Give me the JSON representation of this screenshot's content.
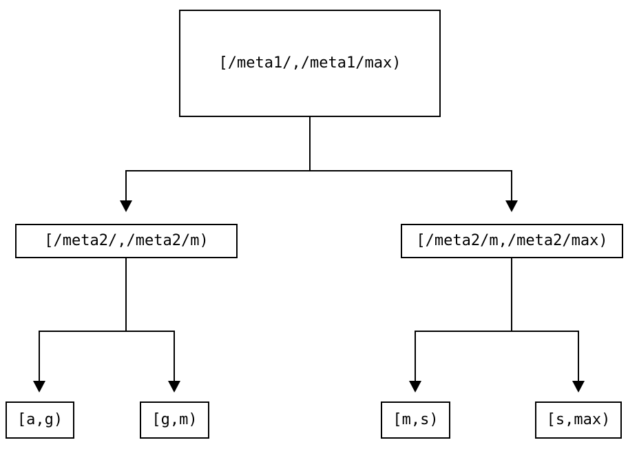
{
  "diagram": {
    "type": "tree",
    "root": {
      "label": "[/meta1/,/meta1/max)"
    },
    "children": [
      {
        "label": "[/meta2/,/meta2/m)",
        "children": [
          {
            "label": "[a,g)"
          },
          {
            "label": "[g,m)"
          }
        ]
      },
      {
        "label": "[/meta2/m,/meta2/max)",
        "children": [
          {
            "label": "[m,s)"
          },
          {
            "label": "[s,max)"
          }
        ]
      }
    ],
    "colors": {
      "line": "#000000",
      "text": "#000000",
      "background": "#ffffff"
    }
  }
}
